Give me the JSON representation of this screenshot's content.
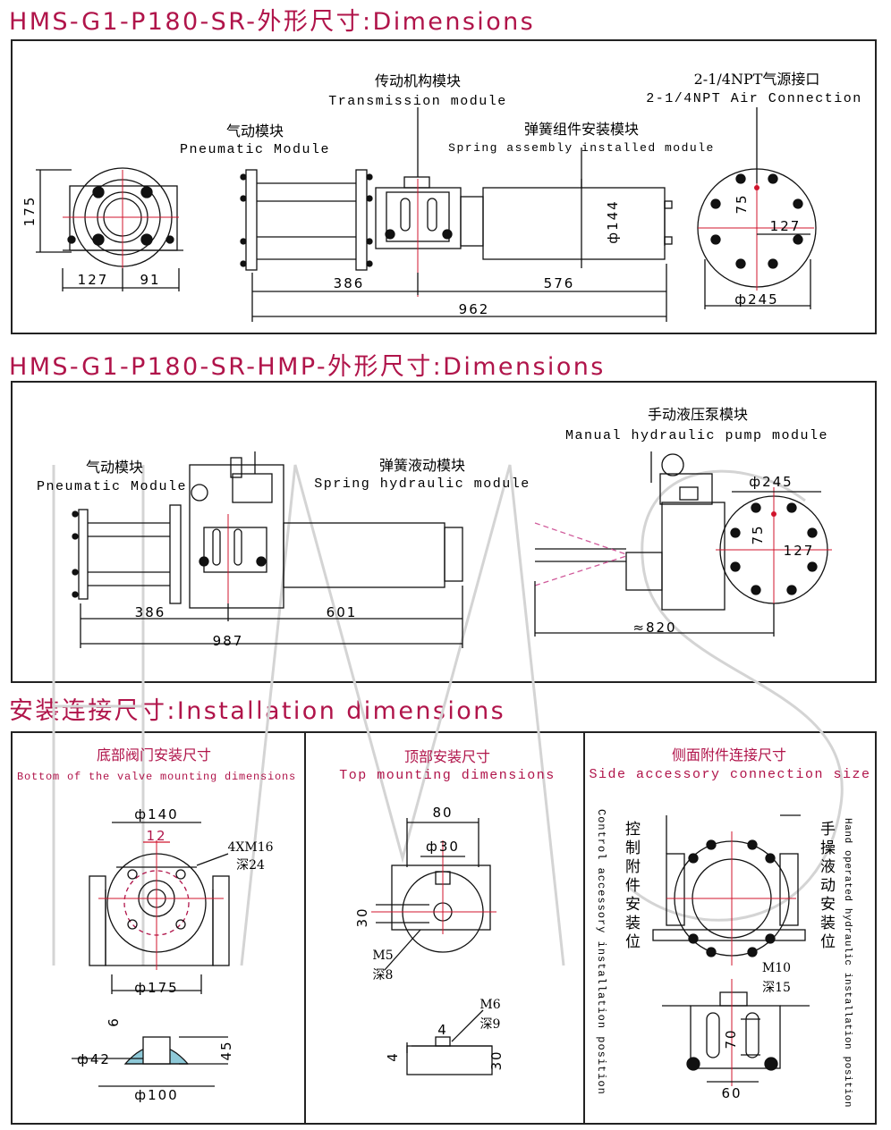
{
  "colors": {
    "title": "#b0144a",
    "ink": "#111111",
    "center_line": "#d0142c",
    "dashed_pink": "#d05a9a",
    "watermark": "#cfcfcf"
  },
  "section1": {
    "title": "HMS-G1-P180-SR-外形尺寸:Dimensions",
    "labels": {
      "transmission_cn": "传动机构模块",
      "transmission_en": "Transmission module",
      "air_cn": "2-1/4NPT气源接口",
      "air_en": "2-1/4NPT Air Connection",
      "pneumatic_cn": "气动模块",
      "pneumatic_en": "Pneumatic Module",
      "spring_cn": "弹簧组件安装模块",
      "spring_en": "Spring assembly installed module"
    },
    "dims": {
      "d175": "175",
      "d127": "127",
      "d91": "91",
      "d386": "386",
      "d576": "576",
      "d962": "962",
      "phi144": "ф144",
      "d75": "75",
      "d127b": "127",
      "phi245": "ф245"
    }
  },
  "section2": {
    "title": "HMS-G1-P180-SR-HMP-外形尺寸:Dimensions",
    "labels": {
      "pneumatic_cn": "气动模块",
      "pneumatic_en": "Pneumatic Module",
      "spring_cn": "弹簧液动模块",
      "spring_en": "Spring hydraulic module",
      "pump_cn": "手动液压泵模块",
      "pump_en": "Manual hydraulic pump module"
    },
    "dims": {
      "d386": "386",
      "d601": "601",
      "d987": "987",
      "phi245": "ф245",
      "d75": "75",
      "d127": "127",
      "d820": "≈820"
    }
  },
  "section3": {
    "title": "安装连接尺寸:Installation dimensions",
    "bottom": {
      "title_cn": "底部阀门安装尺寸",
      "title_en": "Bottom of the valve mounting dimensions",
      "phi140": "ф140",
      "d12": "12",
      "thread": "4XM16",
      "depth": "深24",
      "phi175": "ф175",
      "d6": "6",
      "phi42": "ф42",
      "d45": "45",
      "phi100": "ф100"
    },
    "top": {
      "title_cn": "顶部安装尺寸",
      "title_en": "Top mounting dimensions",
      "d80": "80",
      "phi30": "ф30",
      "d30": "30",
      "m5": "M5",
      "depth8": "深8",
      "m6": "M6",
      "depth9": "深9",
      "d4a": "4",
      "d4b": "4",
      "d30b": "30"
    },
    "side": {
      "title_cn": "侧面附件连接尺寸",
      "title_en": "Side accessory connection size",
      "left_cn": "控制附件安装位",
      "left_en": "Control accessory installation position",
      "right_cn": "手操液动安装位",
      "right_en": "Hand operated hydraulic installation position",
      "m10": "M10",
      "depth15": "深15",
      "d70": "70",
      "d60": "60"
    }
  }
}
